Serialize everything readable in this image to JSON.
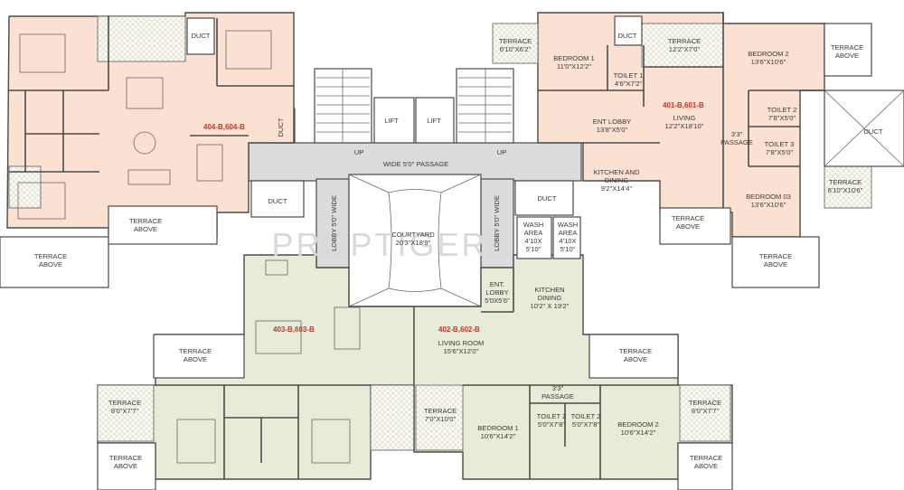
{
  "watermark": "PROPTIGER",
  "units": {
    "unit_a": "404-B,604-B",
    "unit_b": "401-B,601-B",
    "unit_c": "403-B,603-B",
    "unit_d": "402-B,602-B"
  },
  "rooms": {
    "terrace_tl": [
      "TERRACE",
      "6'10\"X6'2\""
    ],
    "bedroom1_tr": [
      "BEDROOM 1",
      "11'0\"X12'2\""
    ],
    "toilet1_tr": [
      "TOILET 1",
      "4'6\"X7'2\""
    ],
    "terrace_top": [
      "TERRACE",
      "12'2\"X7'0\""
    ],
    "bedroom2_tr": [
      "BEDROOM 2",
      "13'6\"X10'6\""
    ],
    "toilet2_tr": [
      "TOILET 2",
      "7'8\"X5'0\""
    ],
    "toilet3_tr": [
      "TOILET 3",
      "7'8\"X5'0\""
    ],
    "ent_lobby_tr": [
      "ENT LOBBY",
      "13'8\"X5'0\""
    ],
    "living_tr": [
      "LIVING",
      "12'2\"X18'10\""
    ],
    "passage_tr": [
      "3'3\"",
      "PASSAGE"
    ],
    "kitchen_tr": [
      "KITCHEN AND",
      "DINING",
      "9'2\"X14'4\""
    ],
    "bedroom3_tr": [
      "BEDROOM 03",
      "13'6\"X10'6\""
    ],
    "terrace_right": [
      "TERRACE",
      "6'10\"X10'6\""
    ],
    "wash1": [
      "WASH",
      "AREA",
      "4'10X",
      "5'10\""
    ],
    "wash2": [
      "WASH",
      "AREA",
      "4'10X",
      "5'10\""
    ],
    "courtyard": [
      "COURTYARD",
      "20'3\"X18'9\""
    ],
    "passage_wide": "WIDE 5'0\" PASSAGE",
    "lobby_left": "LOBBY 5'0\" WIDE",
    "lobby_right": "LOBBY 5'0\" WIDE",
    "ent_lobby_c": [
      "ENT.",
      "LOBBY",
      "5'0X5'6\""
    ],
    "kitchen_c": [
      "KITCHEN",
      "DINING",
      "10'2\" X 19'2\""
    ],
    "living_room_c": [
      "LIVING ROOM",
      "15'6\"X12'0\""
    ],
    "passage_c": [
      "3'3\"",
      "PASSAGE"
    ],
    "terrace_c_left": [
      "TERRACE",
      "7'0\"X10'0\""
    ],
    "bedroom1_c": [
      "BEDROOM 1",
      "10'6\"X14'2\""
    ],
    "toilet2a_c": [
      "TOILET 2",
      "5'0\"X7'8\""
    ],
    "toilet2b_c": [
      "TOILET 2",
      "5'0\"X7'8\""
    ],
    "bedroom2_c": [
      "BEDROOM 2",
      "10'6\"X14'2\""
    ],
    "terrace_bl": [
      "TERRACE",
      "8'0\"X7'7\""
    ],
    "terrace_br": [
      "TERRACE",
      "8'0\"X7'7\""
    ]
  },
  "labels": {
    "duct": "DUCT",
    "lift": "LIFT",
    "up": "UP",
    "terrace_above": [
      "TERRACE",
      "ABOVE"
    ]
  }
}
